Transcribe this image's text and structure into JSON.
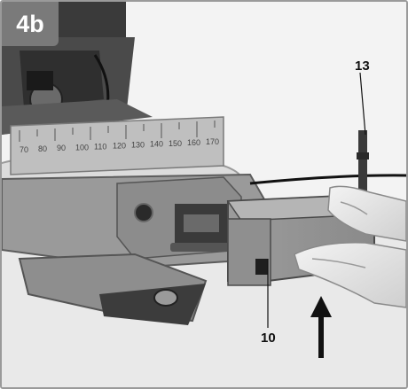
{
  "figure": {
    "label": "4b",
    "callouts": [
      {
        "id": "13"
      },
      {
        "id": "10"
      }
    ],
    "scale": {
      "ticks": [
        "70",
        "80",
        "90",
        "100",
        "110",
        "120",
        "130",
        "140",
        "150",
        "160",
        "170"
      ]
    },
    "colors": {
      "badge_background": "#7a7a7a",
      "badge_text": "#ffffff",
      "callout_text": "#111111"
    }
  }
}
